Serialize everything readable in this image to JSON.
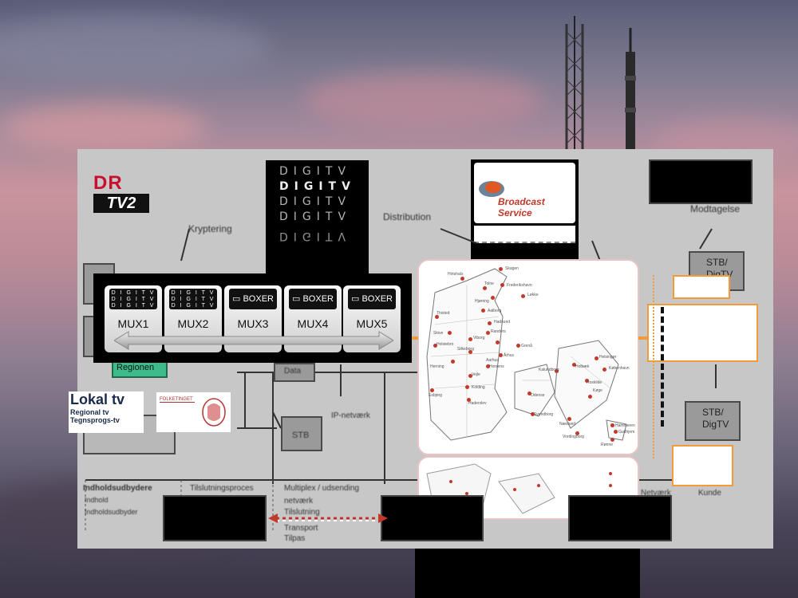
{
  "logos": {
    "dr": "DR",
    "tv2": "TV2",
    "digitv_lines": [
      "DIGITV",
      "DIGITV",
      "DIGITV",
      "DIGITV",
      "DIGITV"
    ],
    "broadcast_service": "Broadcast Service",
    "lokal_tv_title": "Lokal tv",
    "lokal_tv_sub1": "Regional tv",
    "lokal_tv_sub2": "Tegnsprogs-tv",
    "folketinget": "FOLKETINGET"
  },
  "mux_strip": {
    "boxer_label": "BOXER",
    "muxes": [
      "MUX1",
      "MUX2",
      "MUX3",
      "MUX4",
      "MUX5"
    ]
  },
  "diagram_labels": {
    "kryptering": "Kryptering",
    "distribution": "Distribution",
    "modtagelse": "Modtagelse",
    "regionen": "Regionen",
    "data": "Data",
    "box_sts_top": "STB/ DigTV",
    "box_sts_bottom": "STB/ DigTV",
    "box_mid": "STB",
    "bottom_col1_title": "Indholdsudbydere",
    "bottom_col1_l1": "Indhold",
    "bottom_col1_l2": "Indholdsudbyder",
    "bottom_col2_title": "Tilslutningsproces",
    "bottom_col3_title": "Multiplex / udsending",
    "bottom_col3_l1": "netværk",
    "bottom_col3_l2": "Tilslutning",
    "bottom_col3_l3": "Transport",
    "bottom_col3_l4": "Tilpas",
    "bottom_col4_title": "Netværk",
    "bottom_col5_title": "Kunde",
    "ip_label": "IP-netværk"
  },
  "map_cities": [
    "Skagen",
    "Hirtshals",
    "Frederikshavn",
    "Tolne",
    "Hjørring",
    "Løkke",
    "Aalborg",
    "Thisted",
    "Hadsund",
    "Viborg",
    "Randers",
    "Grenå",
    "Skive",
    "Holstebro",
    "Silkeborg",
    "Århus",
    "Herning",
    "Aarhus",
    "Vejle",
    "Horsens",
    "Haderslev",
    "Esbjerg",
    "Kolding",
    "Odense",
    "Svendborg",
    "Næstved",
    "Kalundborg",
    "Holbæk",
    "Roskilde",
    "Helsingør",
    "København",
    "Køge",
    "Vordingborg",
    "Rønne",
    "Hammeren",
    "Gudhjem"
  ],
  "colors": {
    "orange_box": "#f39a3a",
    "arrow_red": "#c0392b"
  }
}
